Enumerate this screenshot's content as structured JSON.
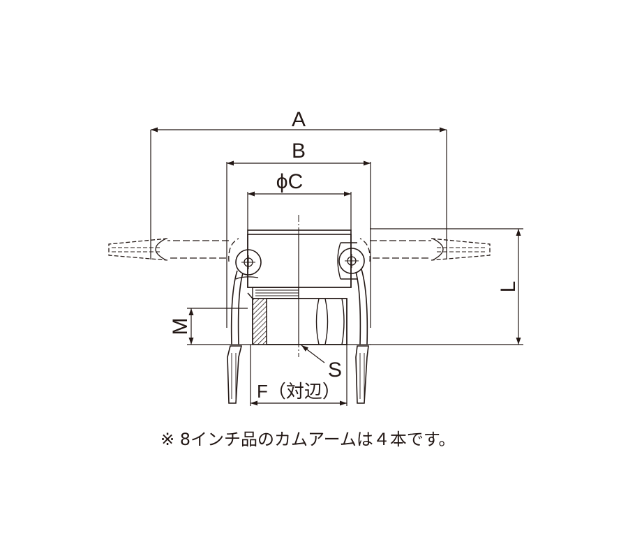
{
  "dimensions": {
    "a": "A",
    "b": "B",
    "c": "ϕC",
    "l": "L",
    "m": "M",
    "s": "S",
    "f": "F（対辺）"
  },
  "note": "※ 8インチ品のカムアームは４本です。",
  "colors": {
    "line": "#231815",
    "background": "#ffffff"
  }
}
